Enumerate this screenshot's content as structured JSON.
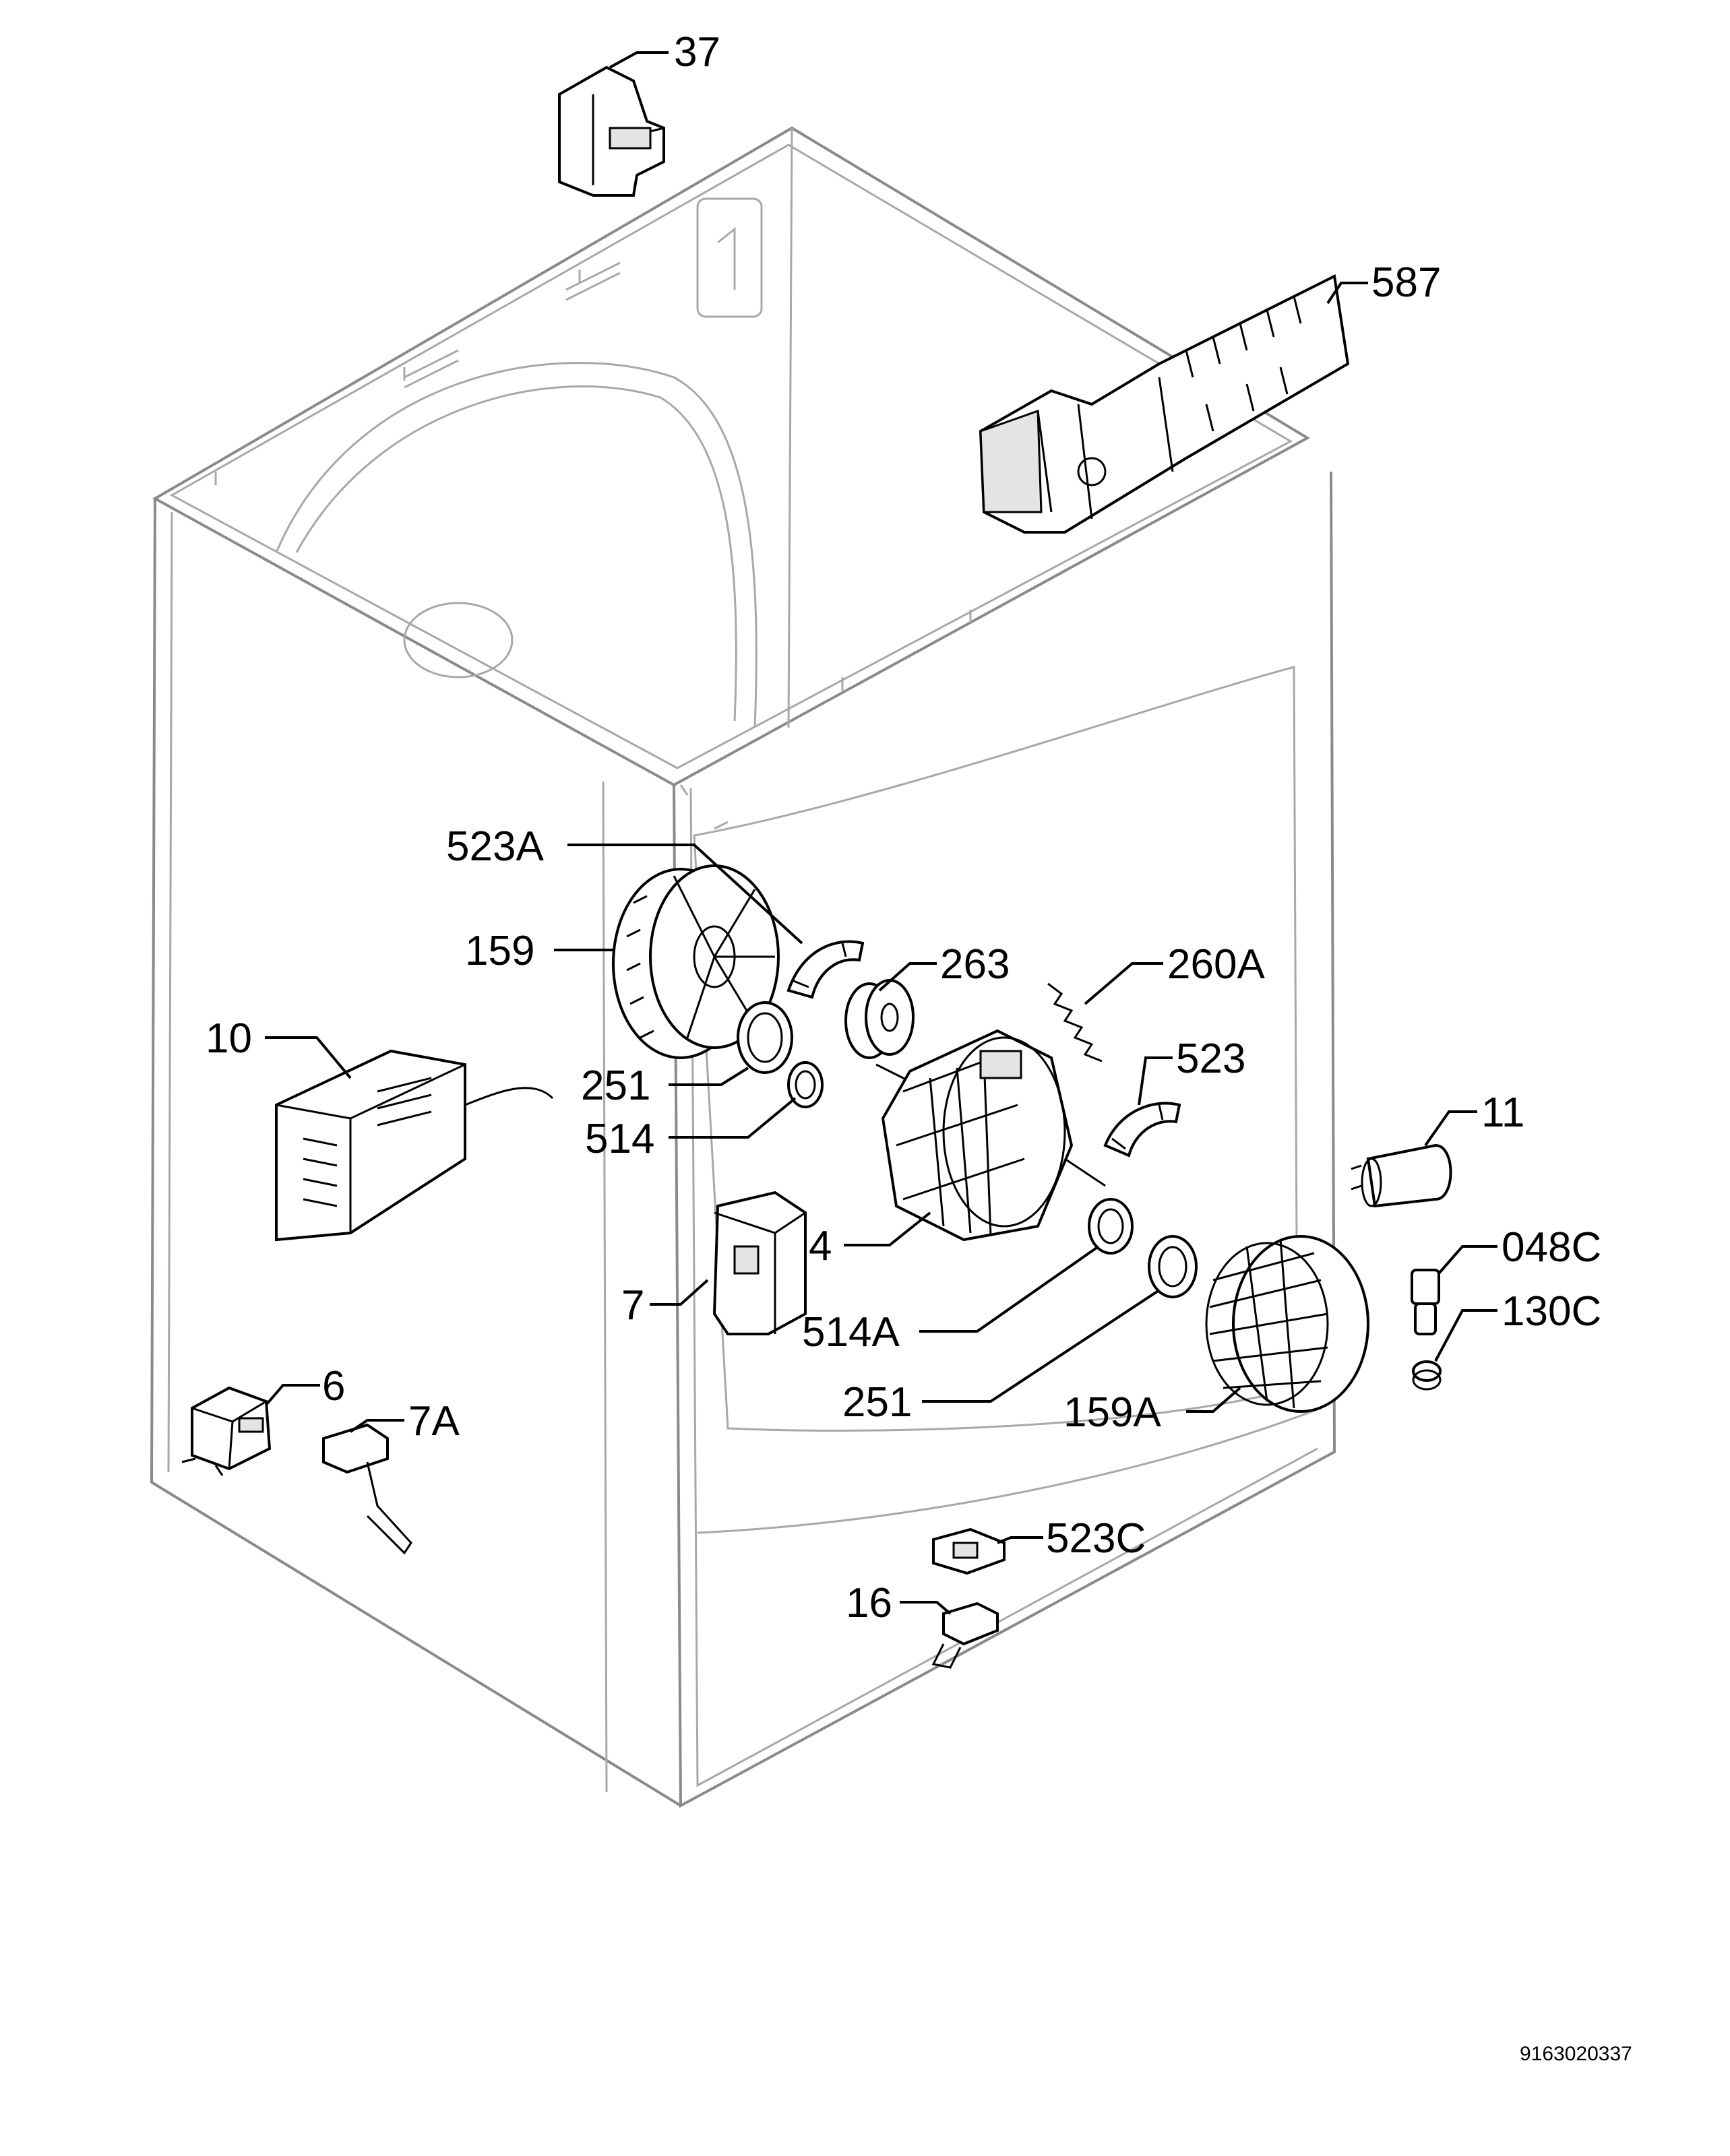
{
  "callouts": {
    "c37": "37",
    "c587": "587",
    "c523A": "523A",
    "c159": "159",
    "c263": "263",
    "c260A": "260A",
    "c10": "10",
    "c251a": "251",
    "c514": "514",
    "c523": "523",
    "c11": "11",
    "c4": "4",
    "c048C": "048C",
    "c7": "7",
    "c514A": "514A",
    "c130C": "130C",
    "c251b": "251",
    "c159A": "159A",
    "c6": "6",
    "c7A": "7A",
    "c523C": "523C",
    "c16": "16"
  },
  "document_number": "9163020337"
}
